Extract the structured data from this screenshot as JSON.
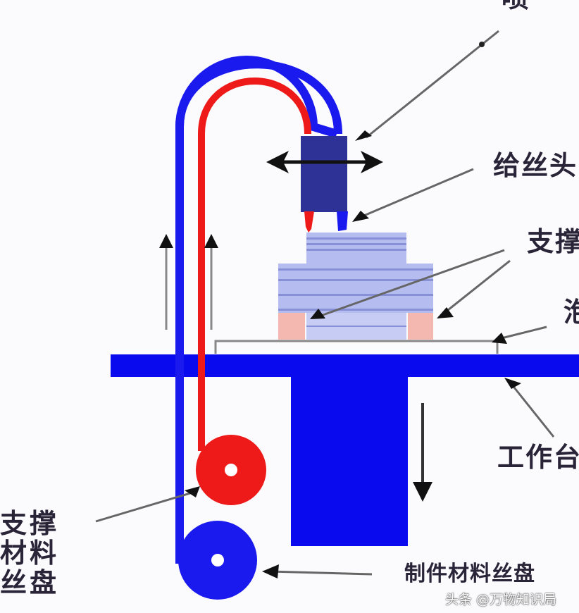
{
  "diagram": {
    "title": "FDM 3D printing schematic",
    "labels": {
      "top_partial": "喷",
      "nozzle": "给丝头",
      "support_partial": "支撑",
      "foam_partial": "泡",
      "worktable": "工作台",
      "support_spool": "支撑材料丝盘",
      "model_spool": "制件材料丝盘"
    },
    "colors": {
      "model_filament": "#1a1aee",
      "support_filament": "#ee1a1a",
      "head": "#2e3296",
      "part_body": "#b4bcf0",
      "part_stripe": "#8890d8",
      "foam": "#f5b8b0",
      "table": "#0a0aee",
      "arrow": "#111111",
      "leader": "#666666"
    }
  },
  "watermark": "头条 @万物知识局"
}
